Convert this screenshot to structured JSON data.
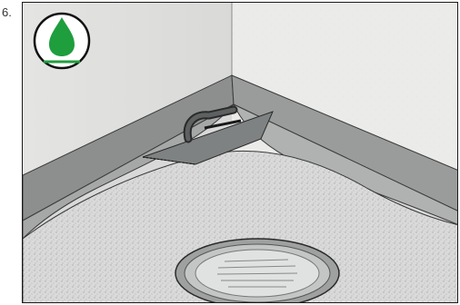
{
  "step": {
    "number": "6."
  },
  "badge": {
    "icon": "water-drop-icon",
    "color": "#1f9e3e"
  },
  "illustration": {
    "subject": "trowel-applying-membrane-in-corner",
    "drain": "floor-drain-cover"
  }
}
